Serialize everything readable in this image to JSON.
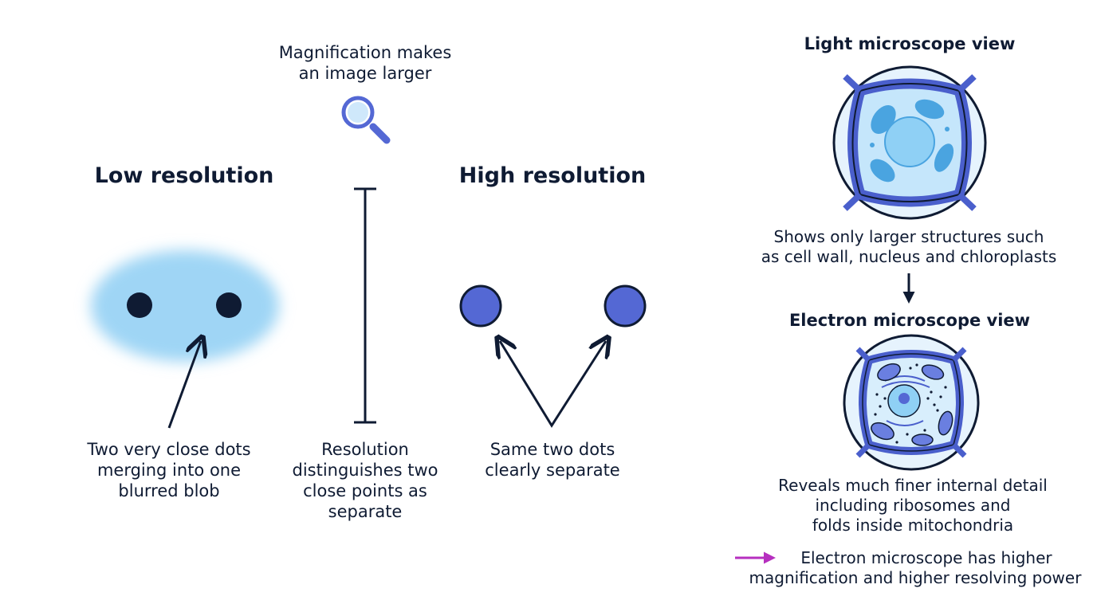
{
  "magnification": {
    "lines": [
      "Magnification makes",
      "an image larger"
    ]
  },
  "low": {
    "title": "Low resolution",
    "caption": [
      "Two very close dots",
      "merging into one",
      "blurred blob"
    ]
  },
  "resolution": {
    "caption": [
      "Resolution",
      "distinguishes two",
      "close points as",
      "separate"
    ]
  },
  "high": {
    "title": "High resolution",
    "caption": [
      "Same two dots",
      "clearly separate"
    ]
  },
  "light": {
    "title": "Light microscope view",
    "caption": [
      "Shows only larger structures such",
      "as cell wall, nucleus and chloroplasts"
    ]
  },
  "electron": {
    "title": "Electron microscope view",
    "caption": [
      "Reveals much finer internal detail",
      "including ribosomes and",
      "folds inside mitochondria"
    ]
  },
  "conclusion": {
    "lines": [
      "Electron microscope has higher",
      "magnification and higher resolving power"
    ]
  },
  "colors": {
    "navy": "#0f1b33",
    "blue": "#5468d4",
    "light_blue": "#9fd5f5",
    "accent_magenta": "#b62fbf"
  }
}
